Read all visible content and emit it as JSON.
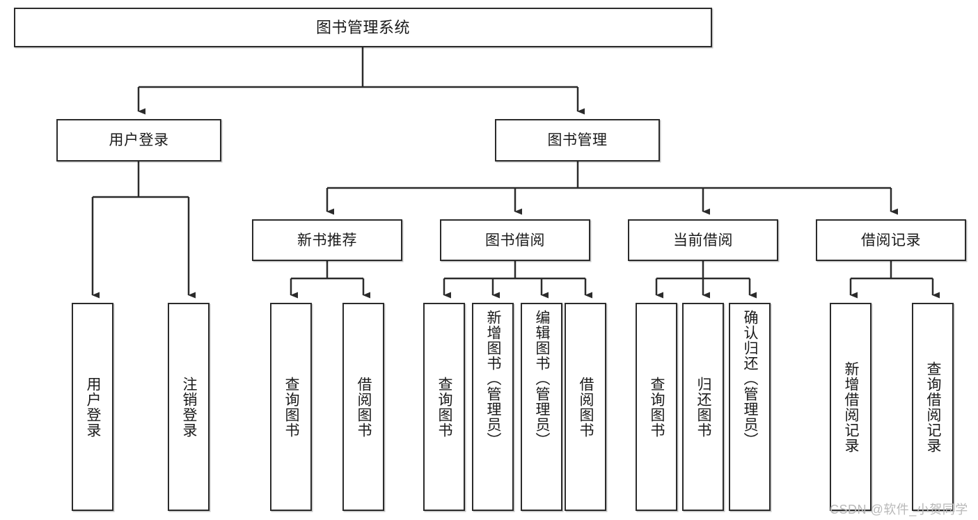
{
  "diagram": {
    "title_node": {
      "label": "图书管理系统"
    },
    "level2": [
      {
        "label": "用户登录"
      },
      {
        "label": "图书管理"
      }
    ],
    "level3": [
      {
        "label": "新书推荐"
      },
      {
        "label": "图书借阅"
      },
      {
        "label": "当前借阅"
      },
      {
        "label": "借阅记录"
      }
    ],
    "leaves": {
      "user_login": [
        {
          "label": "用户登录"
        },
        {
          "label": "注销登录"
        }
      ],
      "new_book": [
        {
          "label": "查询图书"
        },
        {
          "label": "借阅图书"
        }
      ],
      "book_borrow": [
        {
          "label": "查询图书"
        },
        {
          "label": "新增图书（管理员）"
        },
        {
          "label": "编辑图书（管理员）"
        },
        {
          "label": "借阅图书"
        }
      ],
      "current_borrow": [
        {
          "label": "查询图书"
        },
        {
          "label": "归还图书"
        },
        {
          "label": "确认归还（管理员）"
        }
      ],
      "borrow_record": [
        {
          "label": "新增借阅记录"
        },
        {
          "label": "查询借阅记录"
        }
      ]
    }
  },
  "watermark": {
    "text": "CSDN @软件_小贺同学"
  },
  "colors": {
    "stroke": "#2b2b2b",
    "fill": "#ffffff",
    "text": "#1a1a1a",
    "watermark": "#b9b9b9"
  }
}
